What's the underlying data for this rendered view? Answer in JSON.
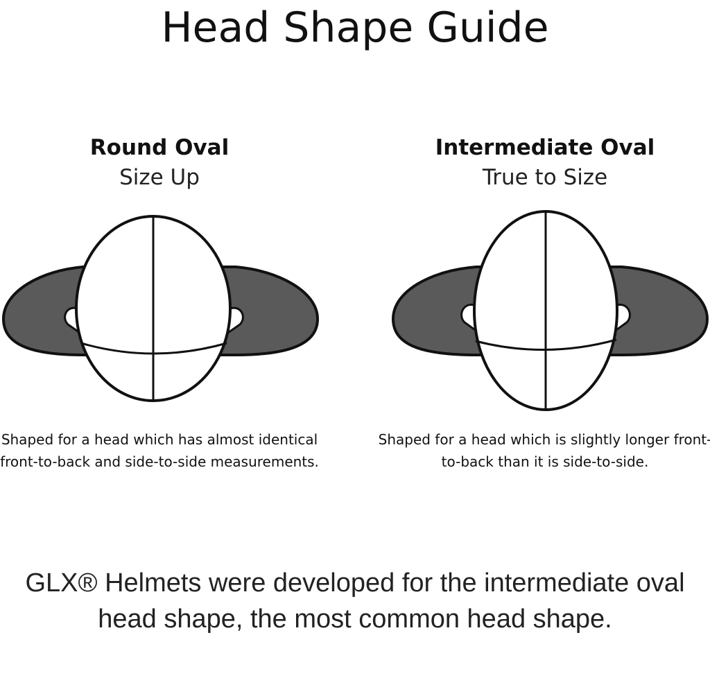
{
  "title": "Head Shape Guide",
  "shapes": [
    {
      "name": "Round Oval",
      "fit": "Size Up",
      "description": "Shaped for a head which has almost identical front-to-back and side-to-side measurements."
    },
    {
      "name": "Intermediate Oval",
      "fit": "True to Size",
      "description": "Shaped for a head which is slightly longer front-to-back than it is side-to-side."
    }
  ],
  "footer": "GLX® Helmets were developed for the intermediate oval head shape, the most common head shape.",
  "colors": {
    "shoulders": "#5a5a5a",
    "outline": "#111111",
    "head_fill": "#ffffff"
  }
}
